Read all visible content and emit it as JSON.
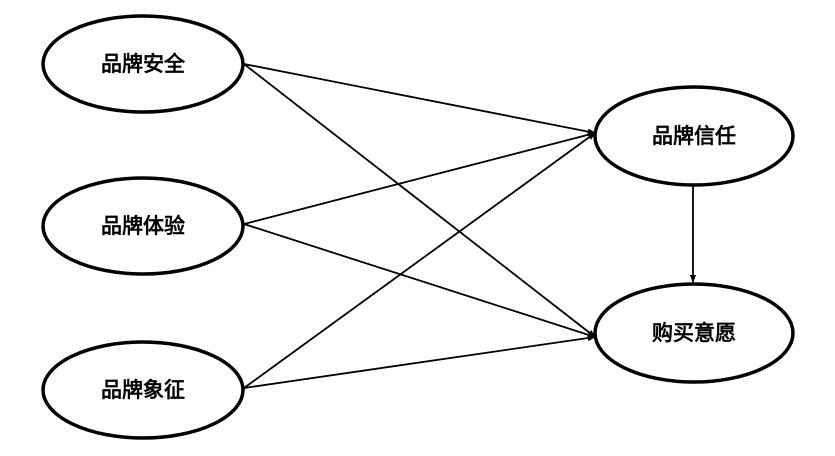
{
  "nodes": {
    "brand_safety": {
      "label": "品牌安全"
    },
    "brand_experience": {
      "label": "品牌体验"
    },
    "brand_symbol": {
      "label": "品牌象征"
    },
    "brand_trust": {
      "label": "品牌信任"
    },
    "purchase_intention": {
      "label": "购买意愿"
    }
  },
  "edges": [
    {
      "from": "brand_safety",
      "to": "brand_trust"
    },
    {
      "from": "brand_safety",
      "to": "purchase_intention"
    },
    {
      "from": "brand_experience",
      "to": "brand_trust"
    },
    {
      "from": "brand_experience",
      "to": "purchase_intention"
    },
    {
      "from": "brand_symbol",
      "to": "brand_trust"
    },
    {
      "from": "brand_symbol",
      "to": "purchase_intention"
    },
    {
      "from": "brand_trust",
      "to": "purchase_intention"
    }
  ],
  "colors": {
    "stroke": "#000000",
    "fill": "#ffffff",
    "text": "#000000"
  }
}
